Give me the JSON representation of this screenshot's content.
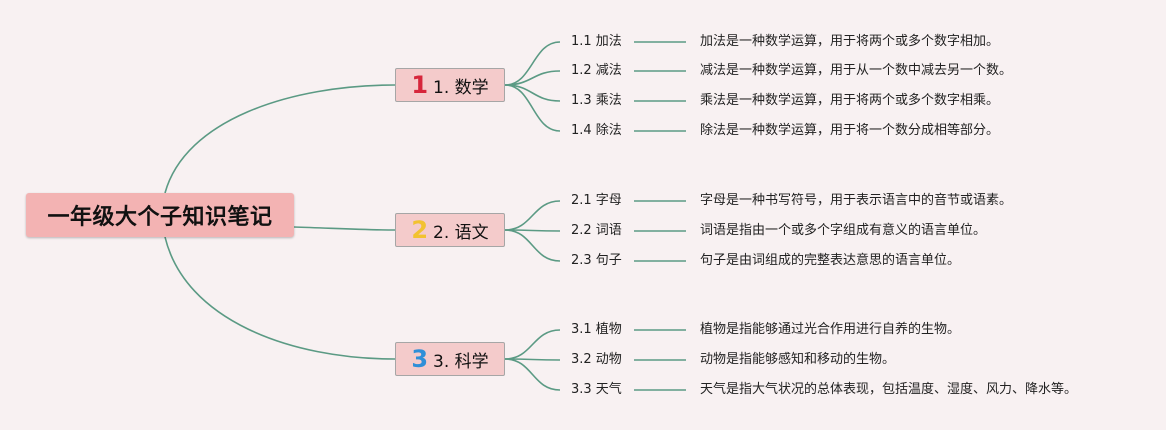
{
  "root": {
    "title": "一年级大个子知识笔记"
  },
  "branches": [
    {
      "badge": "1",
      "badge_color": "#d6263b",
      "label": "1. 数学",
      "items": [
        {
          "label": "1.1 加法",
          "desc": "加法是一种数学运算，用于将两个或多个数字相加。"
        },
        {
          "label": "1.2 减法",
          "desc": "减法是一种数学运算，用于从一个数中减去另一个数。"
        },
        {
          "label": "1.3 乘法",
          "desc": "乘法是一种数学运算，用于将两个或多个数字相乘。"
        },
        {
          "label": "1.4 除法",
          "desc": "除法是一种数学运算，用于将一个数分成相等部分。"
        }
      ]
    },
    {
      "badge": "2",
      "badge_color": "#f2c230",
      "label": "2. 语文",
      "items": [
        {
          "label": "2.1 字母",
          "desc": "字母是一种书写符号，用于表示语言中的音节或语素。"
        },
        {
          "label": "2.2 词语",
          "desc": "词语是指由一个或多个字组成有意义的语言单位。"
        },
        {
          "label": "2.3 句子",
          "desc": "句子是由词组成的完整表达意思的语言单位。"
        }
      ]
    },
    {
      "badge": "3",
      "badge_color": "#2f8fd8",
      "label": "3. 科学",
      "items": [
        {
          "label": "3.1 植物",
          "desc": "植物是指能够通过光合作用进行自养的生物。"
        },
        {
          "label": "3.2 动物",
          "desc": "动物是指能够感知和移动的生物。"
        },
        {
          "label": "3.3 天气",
          "desc": "天气是指大气状况的总体表现，包括温度、湿度、风力、降水等。"
        }
      ]
    }
  ],
  "colors": {
    "connector": "#5b9a84",
    "root_fill": "#f3b3b3",
    "branch_fill": "#f4cbcb"
  }
}
